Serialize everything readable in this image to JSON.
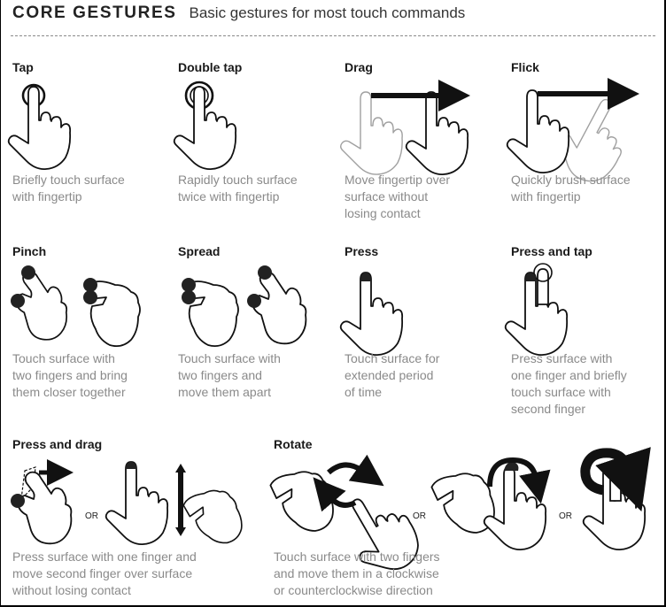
{
  "header": {
    "title": "CORE GESTURES",
    "subtitle": "Basic gestures for most touch commands"
  },
  "colors": {
    "title": "#222222",
    "gesture_name": "#1a1a1a",
    "description": "#8a8a8a",
    "outline": "#111111",
    "ghost_outline": "#9a9a9a",
    "divider": "#8a8a8a"
  },
  "gestures": [
    {
      "name": "Tap",
      "description": "Briefly touch surface\nwith fingertip",
      "icon": "tap-icon"
    },
    {
      "name": "Double tap",
      "description": "Rapidly touch surface\ntwice with fingertip",
      "icon": "double-tap-icon"
    },
    {
      "name": "Drag",
      "description": "Move fingertip over\nsurface without\nlosing contact",
      "icon": "drag-icon"
    },
    {
      "name": "Flick",
      "description": "Quickly brush surface\nwith fingertip",
      "icon": "flick-icon"
    },
    {
      "name": "Pinch",
      "description": "Touch surface with\ntwo fingers and bring\nthem closer together",
      "icon": "pinch-icon"
    },
    {
      "name": "Spread",
      "description": "Touch surface with\ntwo fingers and\nmove them apart",
      "icon": "spread-icon"
    },
    {
      "name": "Press",
      "description": "Touch surface for\nextended period\nof time",
      "icon": "press-icon"
    },
    {
      "name": "Press and tap",
      "description": "Press surface with\none finger and briefly\ntouch surface with\nsecond finger",
      "icon": "press-and-tap-icon"
    },
    {
      "name": "Press and drag",
      "description": "Press surface with one finger and\nmove second finger over surface\nwithout losing contact",
      "icon": "press-and-drag-icon"
    },
    {
      "name": "Rotate",
      "description": "Touch surface with two fingers\nand move them in a clockwise\nor counterclockwise direction",
      "icon": "rotate-icon"
    }
  ],
  "separator_label": "OR"
}
